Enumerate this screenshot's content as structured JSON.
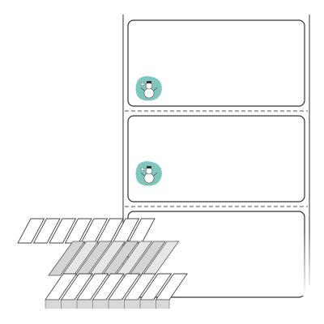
{
  "product": {
    "label_count_on_liner": 3,
    "label_corner_style": "rounded",
    "perforation_style": "dashed",
    "label_icon": "snowman-icon",
    "stack_type": "fanfold"
  },
  "colors": {
    "outline": "#4a4a4a",
    "perforation": "#555555",
    "icon_bg": "#7fc6bf",
    "stack_shade": "#d9d9d9"
  }
}
